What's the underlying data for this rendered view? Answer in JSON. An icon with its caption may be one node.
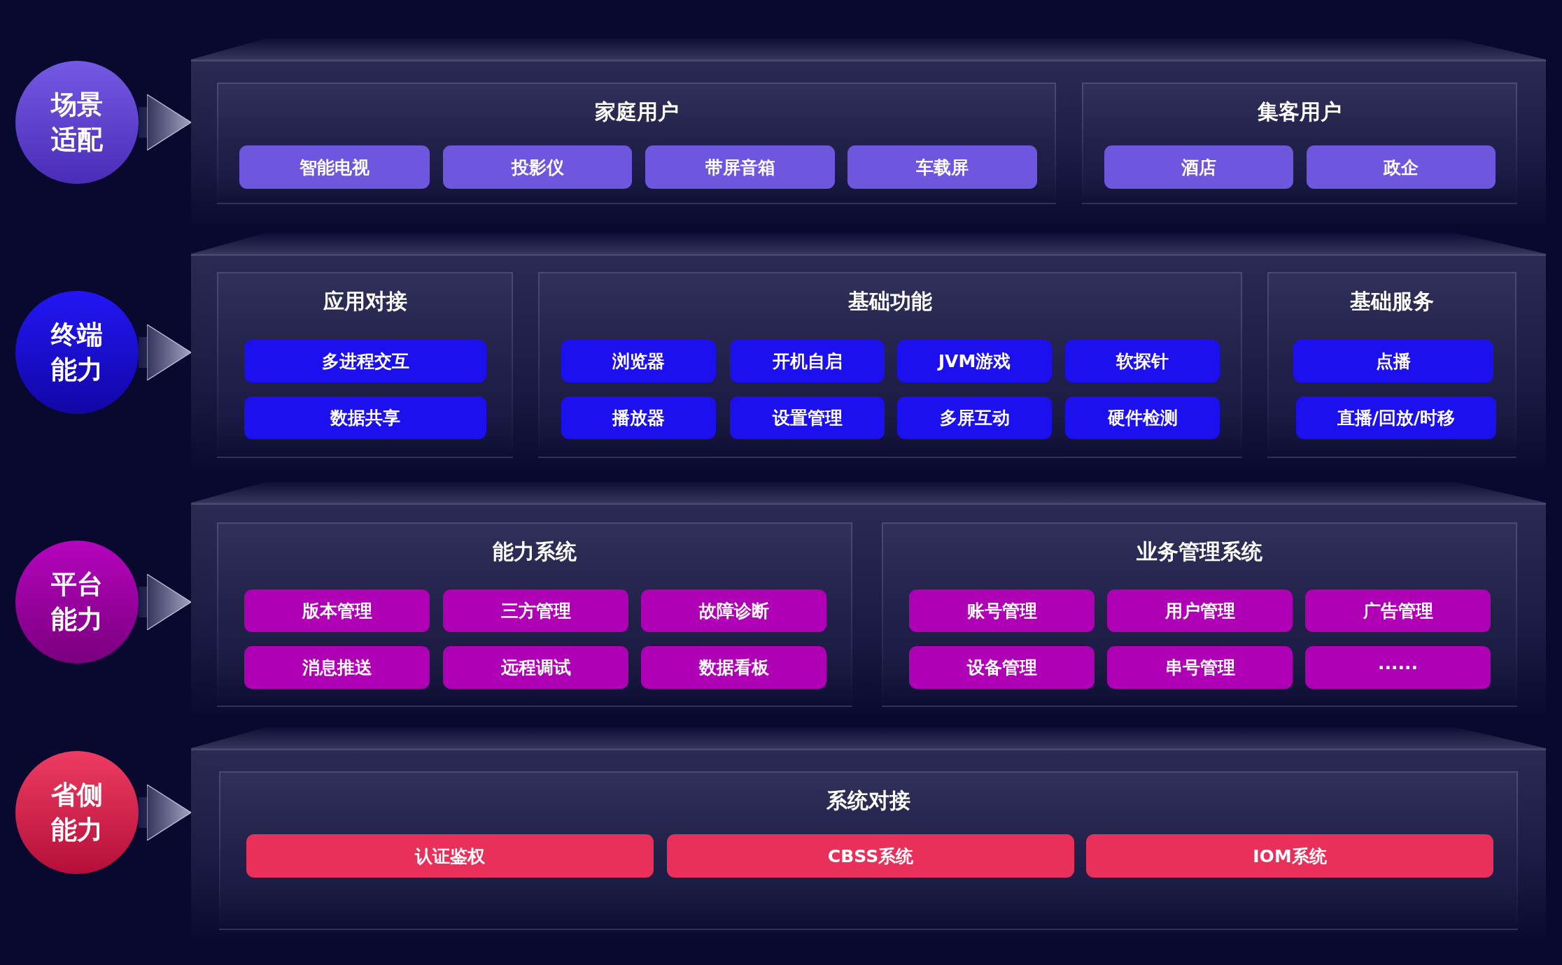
{
  "diagram": {
    "nodes": [
      {
        "text": [
          "场景适配"
        ]
      },
      {
        "text": [],
        "shape": "box"
      },
      {
        "text": [
          "家庭用户"
        ],
        "in": 1
      },
      {
        "text": [
          "智能电视"
        ],
        "in": 2
      },
      {
        "text": [
          "投影仪"
        ],
        "in": 2
      },
      {
        "text": [
          "带屏音箱"
        ],
        "in": 2
      },
      {
        "text": [
          "车载屏"
        ],
        "in": 2
      },
      {
        "text": [
          "集客用户"
        ],
        "in": 1
      },
      {
        "text": [
          "酒店"
        ],
        "in": 7
      },
      {
        "text": [
          "政企"
        ],
        "in": 7
      },
      {
        "text": [
          "终端能力"
        ]
      },
      {
        "text": [],
        "shape": "box"
      },
      {
        "text": [
          "应用对接"
        ],
        "in": 11
      },
      {
        "text": [
          "多进程交互"
        ],
        "in": 12
      },
      {
        "text": [
          "数据共享"
        ],
        "in": 12
      },
      {
        "text": [
          "基础功能"
        ],
        "in": 11
      },
      {
        "text": [
          "浏览器"
        ],
        "in": 15
      },
      {
        "text": [
          "开机自启"
        ],
        "in": 15
      },
      {
        "text": [
          "JVM游戏"
        ],
        "in": 15
      },
      {
        "text": [
          "软探针"
        ],
        "in": 15
      },
      {
        "text": [
          "播放器"
        ],
        "in": 15
      },
      {
        "text": [
          "设置管理"
        ],
        "in": 15
      },
      {
        "text": [
          "多屏互动"
        ],
        "in": 15
      },
      {
        "text": [
          "硬件检测"
        ],
        "in": 15
      },
      {
        "text": [
          "基础服务"
        ],
        "in": 11
      },
      {
        "text": [
          "点播"
        ],
        "in": 24
      },
      {
        "text": [
          "直播/回放/时移"
        ],
        "in": 24
      },
      {
        "text": [
          "平台能力"
        ]
      },
      {
        "text": [],
        "shape": "box"
      },
      {
        "text": [
          "能力系统"
        ],
        "in": 28
      },
      {
        "text": [
          "版本管理"
        ],
        "in": 29
      },
      {
        "text": [
          "三方管理"
        ],
        "in": 29
      },
      {
        "text": [
          "故障诊断"
        ],
        "in": 29
      },
      {
        "text": [
          "消息推送"
        ],
        "in": 29
      },
      {
        "text": [
          "远程调试"
        ],
        "in": 29
      },
      {
        "text": [
          "数据看板"
        ],
        "in": 29
      },
      {
        "text": [
          "业务管理系统"
        ],
        "in": 28
      },
      {
        "text": [
          "账号管理"
        ],
        "in": 36
      },
      {
        "text": [
          "用户管理"
        ],
        "in": 36
      },
      {
        "text": [
          "广告管理"
        ],
        "in": 36
      },
      {
        "text": [
          "设备管理"
        ],
        "in": 36
      },
      {
        "text": [
          "串号管理"
        ],
        "in": 36
      },
      {
        "text": [
          "······"
        ],
        "in": 36
      },
      {
        "text": [
          "省侧能力"
        ]
      },
      {
        "text": [],
        "shape": "box"
      },
      {
        "text": [
          "系统对接"
        ],
        "in": 44
      },
      {
        "text": [
          "认证鉴权"
        ],
        "in": 45
      },
      {
        "text": [
          "CBSS系统"
        ],
        "in": 45
      },
      {
        "text": [
          "IOM系统"
        ],
        "in": 45
      }
    ],
    "edges": [
      {
        "from": 0,
        "to": 1,
        "arrow": "to"
      },
      {
        "from": 10,
        "to": 11,
        "arrow": "to"
      },
      {
        "from": 27,
        "to": 28,
        "arrow": "to"
      },
      {
        "from": 43,
        "to": 44,
        "arrow": "to"
      }
    ]
  }
}
